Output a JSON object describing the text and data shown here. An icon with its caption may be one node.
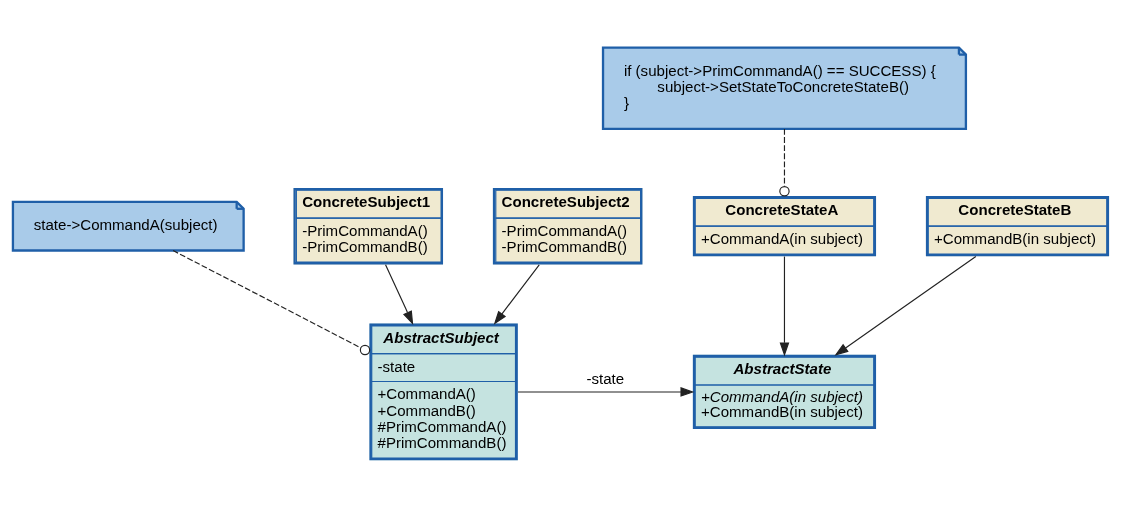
{
  "diagram": {
    "nodes": [
      {
        "text": [
          "AbstractSubject",
          "-state",
          "+CommandA()",
          "+CommandB()",
          "#PrimCommandA()",
          "#PrimCommandB()"
        ]
      },
      {
        "text": [
          "AbstractState",
          "+CommandA(in subject)",
          "+CommandB(in subject)"
        ]
      },
      {
        "text": [
          "state->CommandA(subject)"
        ]
      },
      {
        "text": [
          "ConcreteStateA",
          "+CommandA(in subject)"
        ]
      },
      {
        "text": [
          "ConcreteStateB",
          "+CommandB(in subject)"
        ]
      },
      {
        "text": [
          "ConcreteSubject1",
          "-PrimCommandA()",
          "-PrimCommandB()"
        ]
      },
      {
        "text": [
          "ConcreteSubject2",
          "-PrimCommandA()",
          "-PrimCommandB()"
        ]
      },
      {
        "text": [
          "if (subject->PrimCommandA() == SUCCESS) {",
          "subject->SetStateToConcreteStateB()",
          "}"
        ]
      }
    ],
    "edges": [
      {
        "from": 0,
        "to": 1,
        "arrow": "to",
        "label": "-state"
      },
      {
        "from": 2,
        "to": 0,
        "arrow": "other",
        "style": "dashed"
      },
      {
        "from": 3,
        "to": 1,
        "arrow": "to"
      },
      {
        "from": 4,
        "to": 1,
        "arrow": "to"
      },
      {
        "from": 5,
        "to": 0,
        "arrow": "to"
      },
      {
        "from": 6,
        "to": 0,
        "arrow": "to"
      },
      {
        "from": 7,
        "to": 3,
        "arrow": "other",
        "style": "dashed"
      }
    ]
  }
}
